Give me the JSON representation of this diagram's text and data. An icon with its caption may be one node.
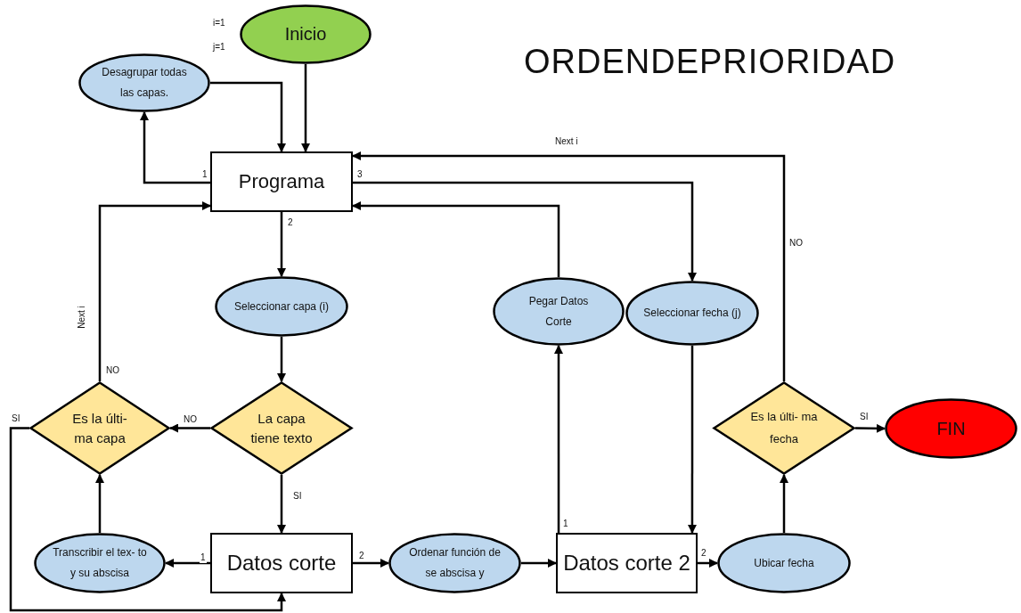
{
  "diagram": {
    "title": "ORDENDEPRIORIDAD",
    "nodes": [
      {
        "text": [
          "Inicio"
        ]
      },
      {
        "text": [
          "Desagrupar todas las capas."
        ]
      },
      {
        "text": [
          "Programa"
        ]
      },
      {
        "text": [
          "Seleccionar capa (i)"
        ]
      },
      {
        "text": [
          "Pegar  Datos Corte"
        ]
      },
      {
        "text": [
          "Seleccionar fecha (j)"
        ]
      },
      {
        "text": [
          "Es la últi- ma capa"
        ]
      },
      {
        "text": [
          "La capa tiene texto"
        ]
      },
      {
        "text": [
          "Es la últi- ma fecha"
        ]
      },
      {
        "text": [
          "FIN"
        ]
      },
      {
        "text": [
          "Transcribir el tex- to y su abscisa"
        ]
      },
      {
        "text": [
          "Datos corte"
        ]
      },
      {
        "text": [
          "Ordenar función de se abscisa y"
        ]
      },
      {
        "text": [
          "Datos corte 2"
        ]
      },
      {
        "text": [
          "Ubicar  fecha"
        ]
      }
    ],
    "edges": [
      {
        "from": 0,
        "to": 2,
        "arrow": "to"
      },
      {
        "from": 2,
        "to": 1,
        "arrow": "to",
        "label": "1"
      },
      {
        "from": 1,
        "to": 2,
        "arrow": "to"
      },
      {
        "from": 2,
        "to": 3,
        "arrow": "to",
        "label": "2"
      },
      {
        "from": 2,
        "to": 5,
        "arrow": "to",
        "label": "3"
      },
      {
        "from": 4,
        "to": 2,
        "arrow": "to"
      },
      {
        "from": 8,
        "to": 2,
        "arrow": "to",
        "label": "NO"
      },
      {
        "from": 3,
        "to": 7,
        "arrow": "to"
      },
      {
        "from": 7,
        "to": 6,
        "arrow": "to",
        "label": "NO"
      },
      {
        "from": 7,
        "to": 11,
        "arrow": "to",
        "label": "SI"
      },
      {
        "from": 6,
        "to": 2,
        "arrow": "to",
        "label": "NO"
      },
      {
        "from": 6,
        "to": 11,
        "arrow": "to",
        "label": "SI"
      },
      {
        "from": 11,
        "to": 10,
        "arrow": "to",
        "label": "1"
      },
      {
        "from": 10,
        "to": 6,
        "arrow": "to"
      },
      {
        "from": 11,
        "to": 12,
        "arrow": "to",
        "label": "2"
      },
      {
        "from": 12,
        "to": 13,
        "arrow": "to"
      },
      {
        "from": 13,
        "to": 4,
        "arrow": "to",
        "label": "1"
      },
      {
        "from": 5,
        "to": 13,
        "arrow": "to"
      },
      {
        "from": 13,
        "to": 14,
        "arrow": "to",
        "label": "2"
      },
      {
        "from": 14,
        "to": 8,
        "arrow": "to"
      },
      {
        "from": 8,
        "to": 9,
        "arrow": "to",
        "label": "SI"
      }
    ],
    "labels": [
      "i=1",
      "j=1",
      "Next i",
      "Next i"
    ]
  }
}
